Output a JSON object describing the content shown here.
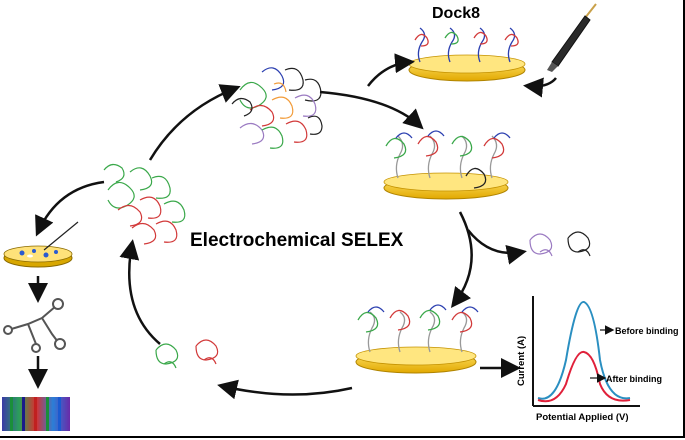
{
  "title": "Electrochemical SELEX",
  "target_label": "Dock8",
  "plot": {
    "xlabel": "Potential Applied (V)",
    "ylabel": "Current (A)",
    "series": [
      {
        "name": "Before binding",
        "color": "#2a8fc1"
      },
      {
        "name": "After binding",
        "color": "#e0203a"
      }
    ]
  },
  "colors": {
    "electrode": "#f5c518",
    "electrode_edge": "#b08400",
    "arrow": "#111111",
    "strand_green": "#3aa84a",
    "strand_red": "#d23a3a",
    "strand_blue": "#2b3fb0",
    "strand_black": "#222222",
    "strand_purple": "#9b7bc2"
  }
}
